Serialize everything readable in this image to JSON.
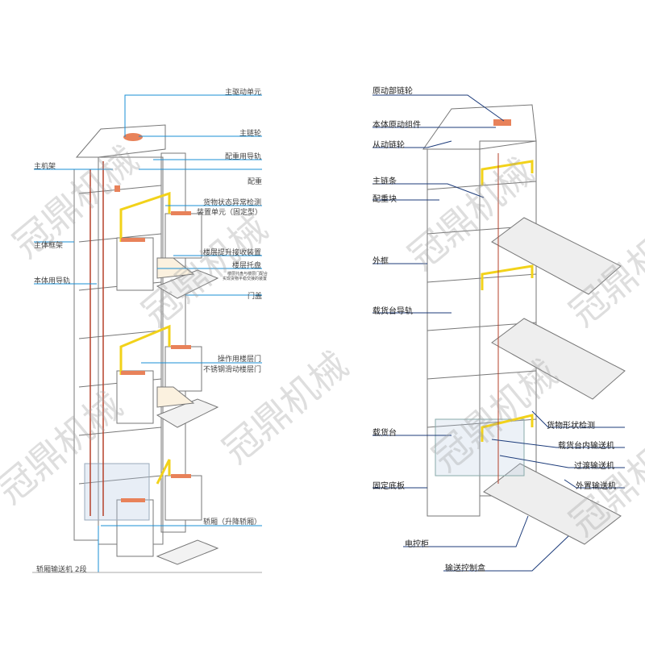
{
  "watermark": "冠鼎机械",
  "left_labels": {
    "main_drive": "主驱动单元",
    "main_sprocket": "主链轮",
    "counterweight_rail": "配重用导轨",
    "counterweight": "配重",
    "main_frame_top": "主机架",
    "detect_1": "货物状态异常检测",
    "detect_2": "装置单元（固定型）",
    "floor_lift": "楼层提升接收装置",
    "floor_tray": "楼层托盘",
    "floor_tray_note_1": "楼层托盘与楼层门配合",
    "floor_tray_note_2": "实现货物平稳交接的装置",
    "body_frame": "主体框架",
    "body_rail": "本体用导轨",
    "door_cover": "门盖",
    "door_1": "操作用楼层门",
    "door_2": "不锈钢滑动楼层门",
    "car": "轿厢（升降轿厢）",
    "car_conveyor": "轿厢输送机 2段"
  },
  "right_labels": {
    "drive_sprocket": "原动部链轮",
    "drive_unit": "本体原动组件",
    "driven_sprocket": "从动链轮",
    "main_chain": "主链条",
    "counterweight": "配重块",
    "outer_frame": "外框",
    "platform_rail": "载货台导轨",
    "platform": "载货台",
    "base_plate": "固定底板",
    "shape_detect": "货物形状检测",
    "inner_conveyor": "载货台内输送机",
    "transition_conveyor": "过渡输送机",
    "external_conveyor": "外置输送机",
    "control_cabinet": "电控柜",
    "conveyor_control_box": "输送控制盒"
  },
  "colors": {
    "leader": "#1a8fd6",
    "leader_dark": "#1c3b7a",
    "yellow": "#f2d21a",
    "orange": "#e8825a",
    "red": "#b5402a"
  }
}
